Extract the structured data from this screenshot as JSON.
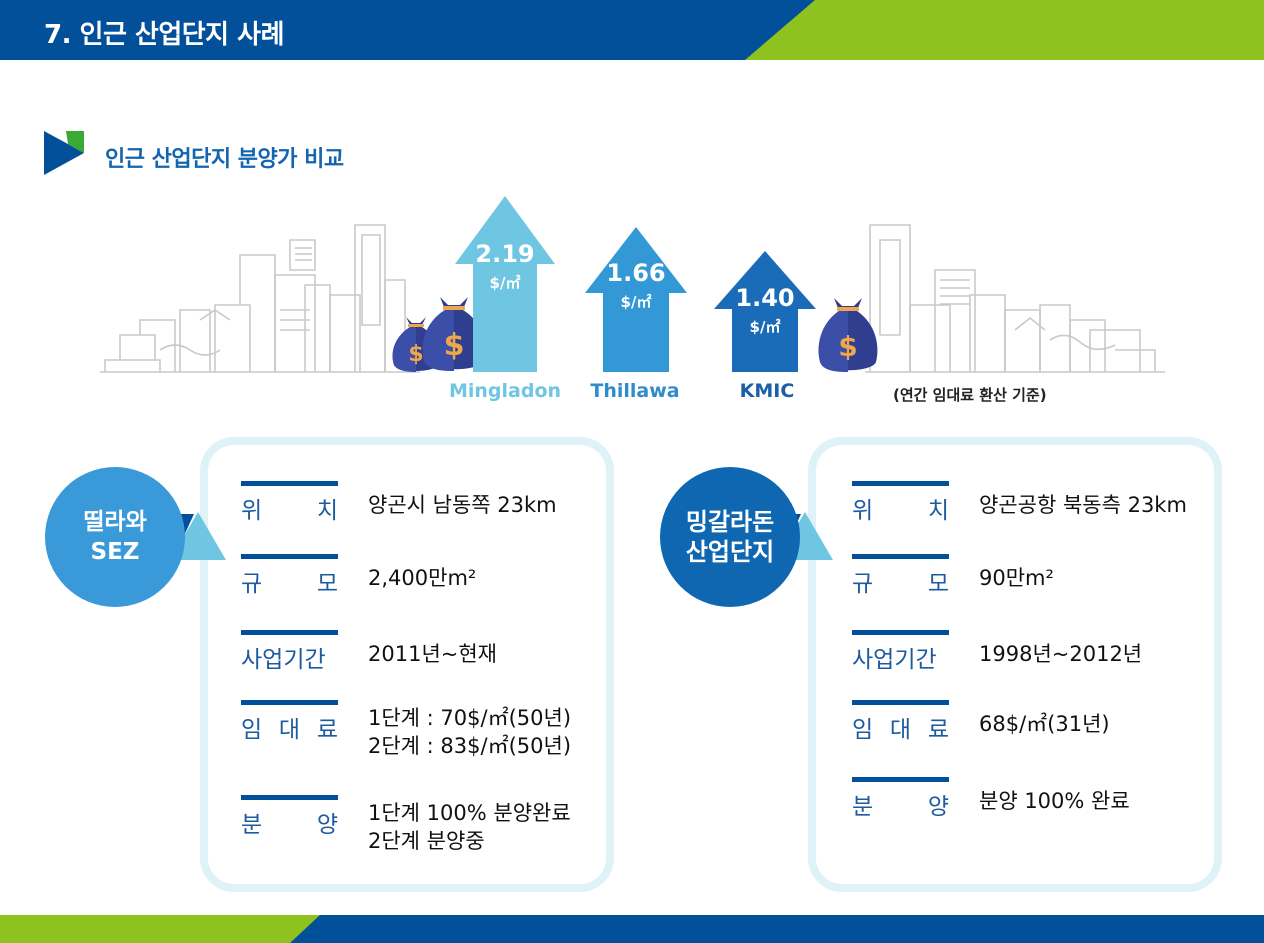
{
  "header": {
    "title": "7. 인근 산업단지 사례",
    "colors": {
      "primary": "#02509a",
      "accent": "#8dc21f"
    }
  },
  "section": {
    "title": "인근 산업단지 분양가 비교",
    "icon": "chevron-flag-icon"
  },
  "chart_data": {
    "type": "bar",
    "title": "인근 산업단지 분양가 비교",
    "categories": [
      "Mingladon",
      "Thillawa",
      "KMIC"
    ],
    "values": [
      2.19,
      1.66,
      1.4
    ],
    "unit": "$/㎡",
    "xlabel": "",
    "ylabel": "$/㎡",
    "note": "(연간 임대료 환산 기준)",
    "colors": [
      "#6ec6e2",
      "#3399d6",
      "#1a6cb8"
    ]
  },
  "arrows": [
    {
      "value": "2.19",
      "unit": "$/㎡",
      "label": "Mingladon",
      "color": "#6ec6e2"
    },
    {
      "value": "1.66",
      "unit": "$/㎡",
      "label": "Thillawa",
      "color": "#3399d6"
    },
    {
      "value": "1.40",
      "unit": "$/㎡",
      "label": "KMIC",
      "color": "#1a6cb8"
    }
  ],
  "note": "(연간 임대료 환산 기준)",
  "cards": [
    {
      "name_line1": "띨라와",
      "name_line2": "SEZ",
      "circle_color": "#3a9ad9",
      "rows": [
        {
          "label": [
            "위",
            "치"
          ],
          "value": [
            "양곤시 남동쪽 23km"
          ]
        },
        {
          "label": [
            "규",
            "모"
          ],
          "value": [
            "2,400만m²"
          ]
        },
        {
          "label": [
            "사업기간"
          ],
          "value": [
            "2011년~현재"
          ]
        },
        {
          "label": [
            "임",
            "대",
            "료"
          ],
          "value": [
            "1단계 : 70$/㎡(50년)",
            "2단계 : 83$/㎡(50년)"
          ]
        },
        {
          "label": [
            "분",
            "양"
          ],
          "value": [
            "1단계 100% 분양완료",
            "2단계 분양중"
          ]
        }
      ]
    },
    {
      "name_line1": "밍갈라돈",
      "name_line2": "산업단지",
      "circle_color": "#0f67b1",
      "rows": [
        {
          "label": [
            "위",
            "치"
          ],
          "value": [
            "양곤공항 북동측 23km"
          ]
        },
        {
          "label": [
            "규",
            "모"
          ],
          "value": [
            "90만m²"
          ]
        },
        {
          "label": [
            "사업기간"
          ],
          "value": [
            "1998년~2012년"
          ]
        },
        {
          "label": [
            "임",
            "대",
            "료"
          ],
          "value": [
            "68$/㎡(31년)"
          ]
        },
        {
          "label": [
            "분",
            "양"
          ],
          "value": [
            "분양 100% 완료"
          ]
        }
      ]
    }
  ]
}
